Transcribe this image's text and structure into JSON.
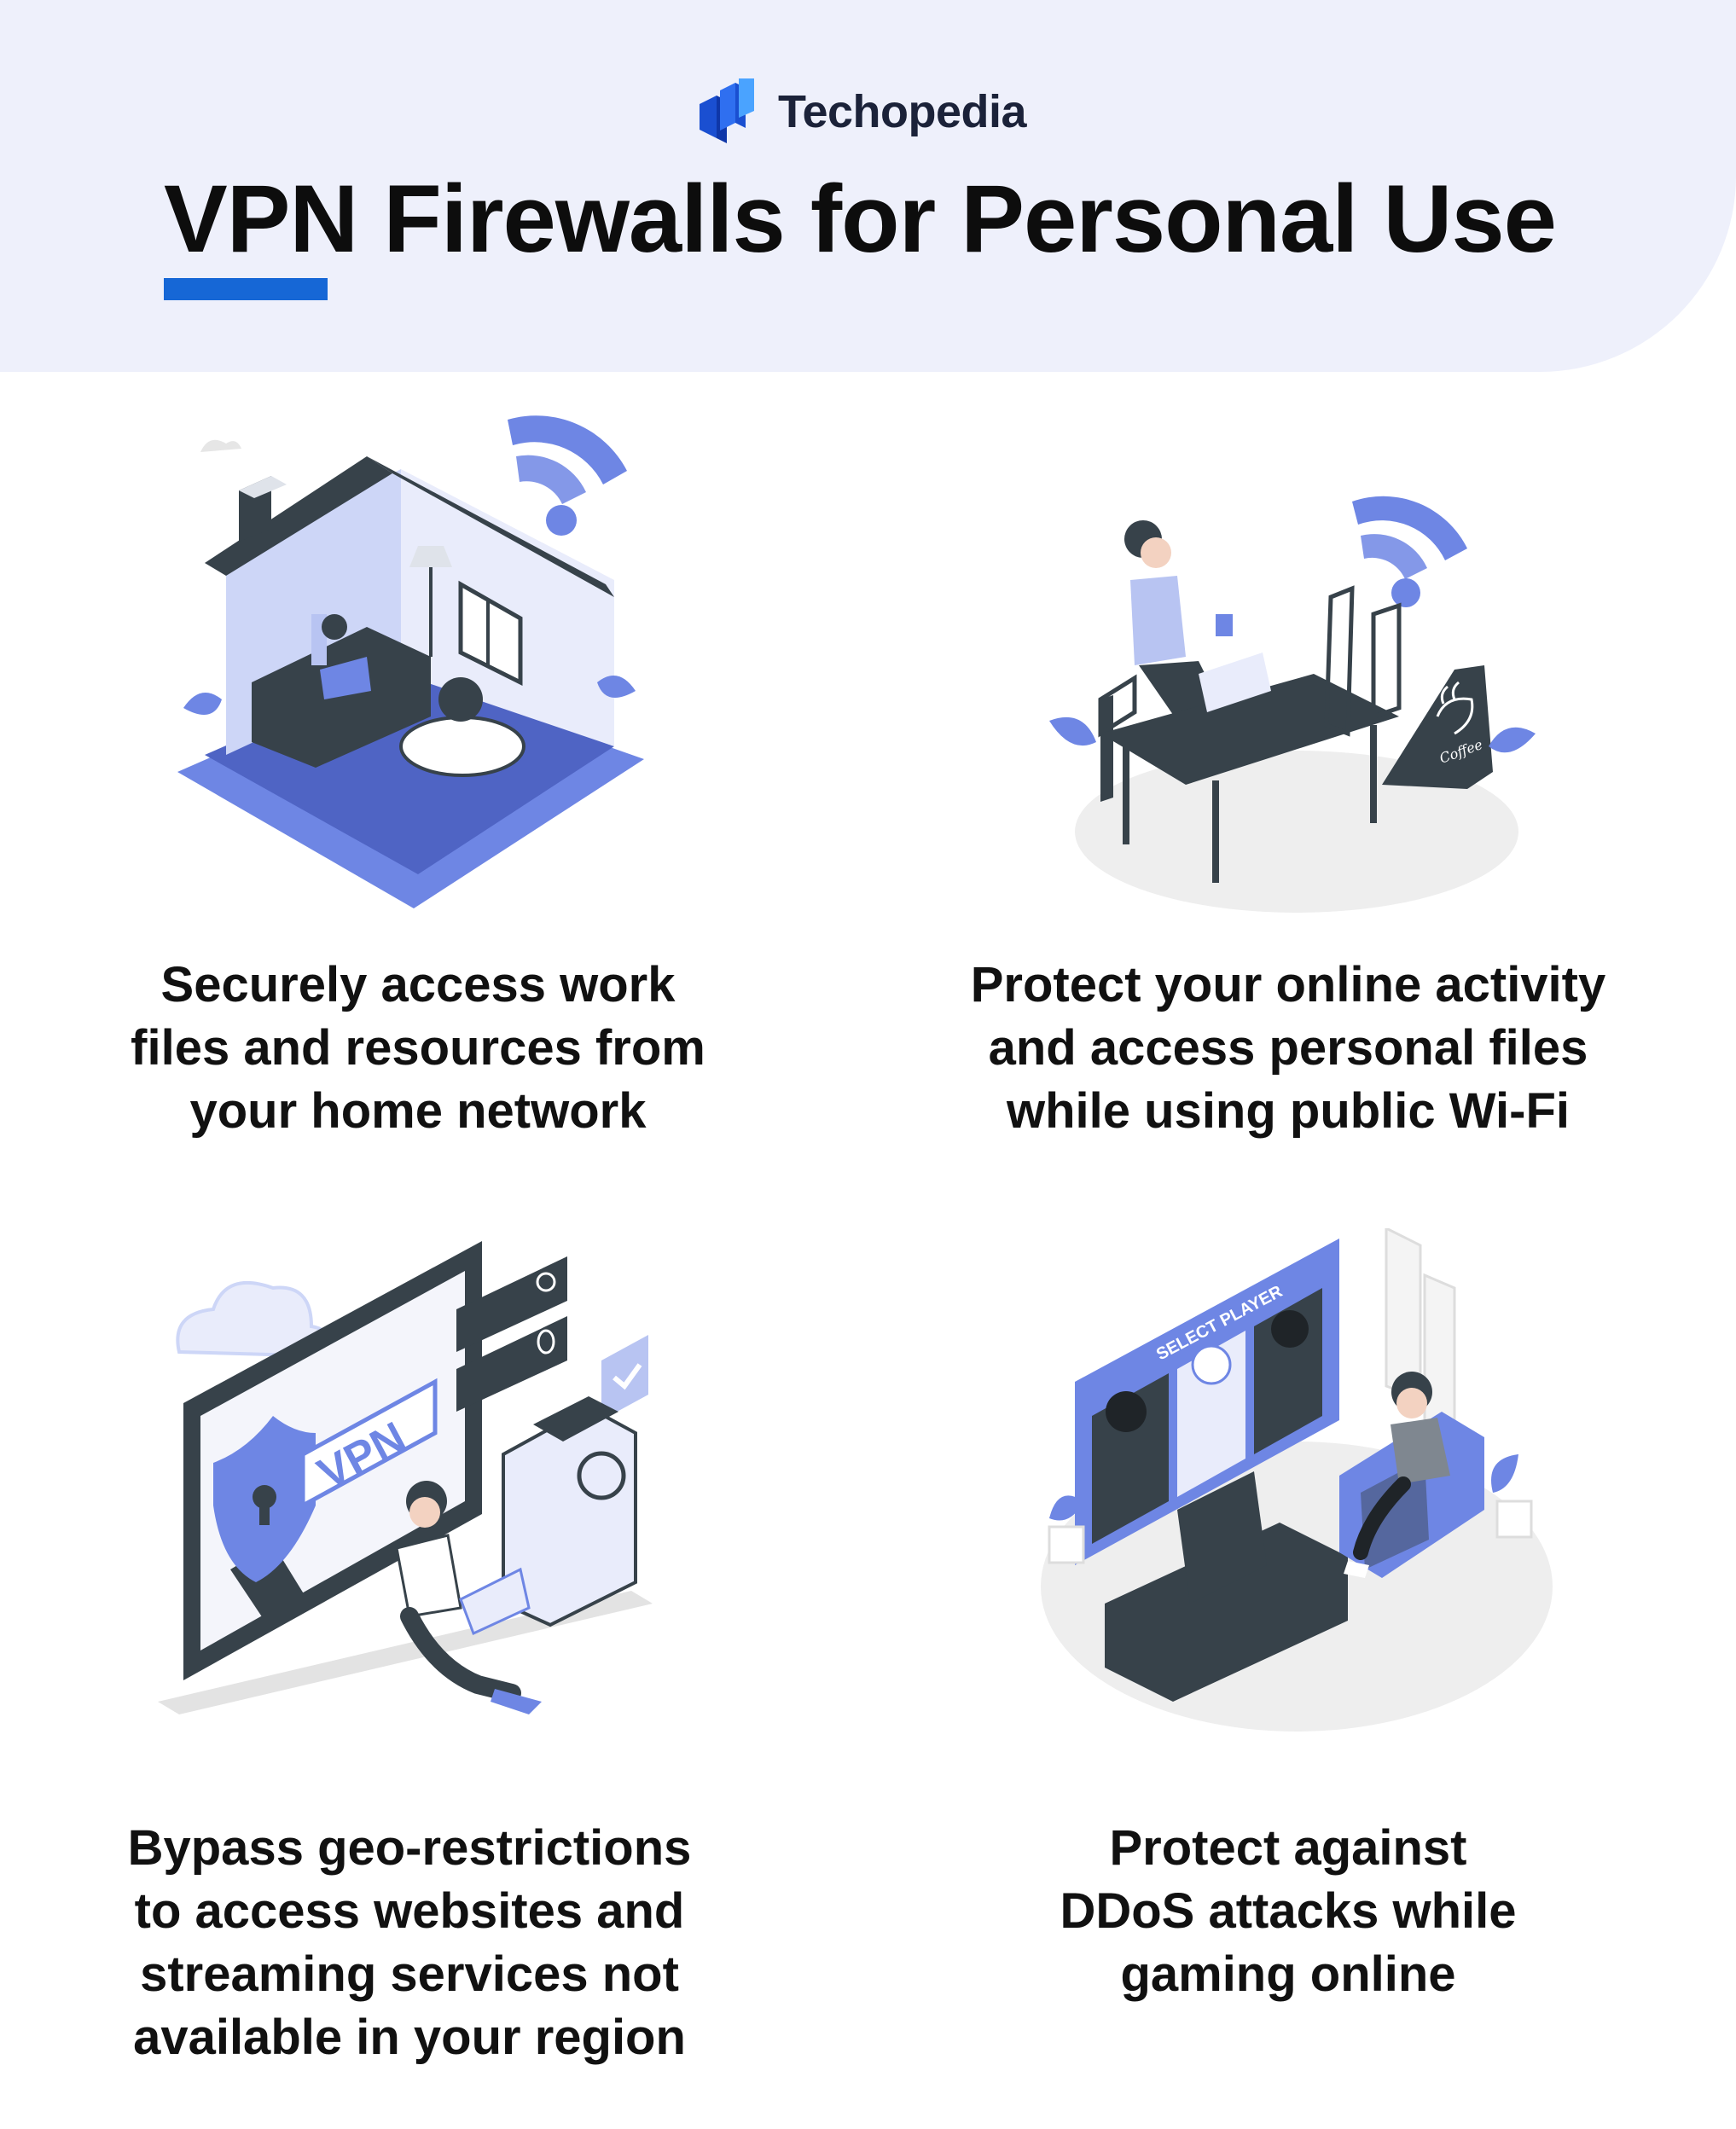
{
  "header": {
    "brand_name": "Techopedia",
    "title": "VPN Firewalls for Personal Use"
  },
  "colors": {
    "header_band": "#eef0fb",
    "accent_blue": "#1667d6",
    "illustration_blue": "#6e86e4",
    "illustration_dark": "#37424a"
  },
  "cards": [
    {
      "illustration": "home-network-illustration",
      "lines": [
        "Securely access work",
        "files and resources from",
        "your home network"
      ]
    },
    {
      "illustration": "public-wifi-cafe-illustration",
      "lines": [
        "Protect your online activity",
        "and access personal files",
        "while using public Wi-Fi"
      ]
    },
    {
      "illustration": "vpn-geo-restriction-illustration",
      "lines": [
        "Bypass geo-restrictions",
        "to access websites and",
        "streaming services not",
        "available in your region"
      ]
    },
    {
      "illustration": "gaming-ddos-illustration",
      "lines": [
        "Protect against",
        "DDoS attacks while",
        "gaming online"
      ]
    }
  ],
  "illustration_text": {
    "vpn_label": "VPN",
    "select_player": "SELECT PLAYER",
    "coffee_sign": "Coffee"
  }
}
